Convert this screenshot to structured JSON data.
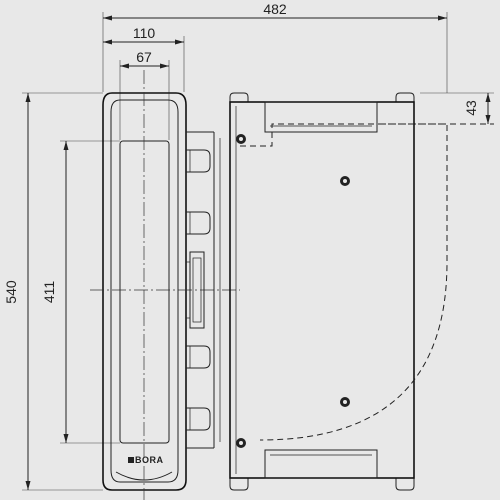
{
  "dimensions": {
    "total_width": "482",
    "front_width": "110",
    "inner_width": "67",
    "top_offset": "43",
    "total_height": "540",
    "inner_height": "411"
  },
  "logo": {
    "text": "BORA"
  },
  "colors": {
    "background": "#e8e8e8",
    "line": "#222222"
  }
}
